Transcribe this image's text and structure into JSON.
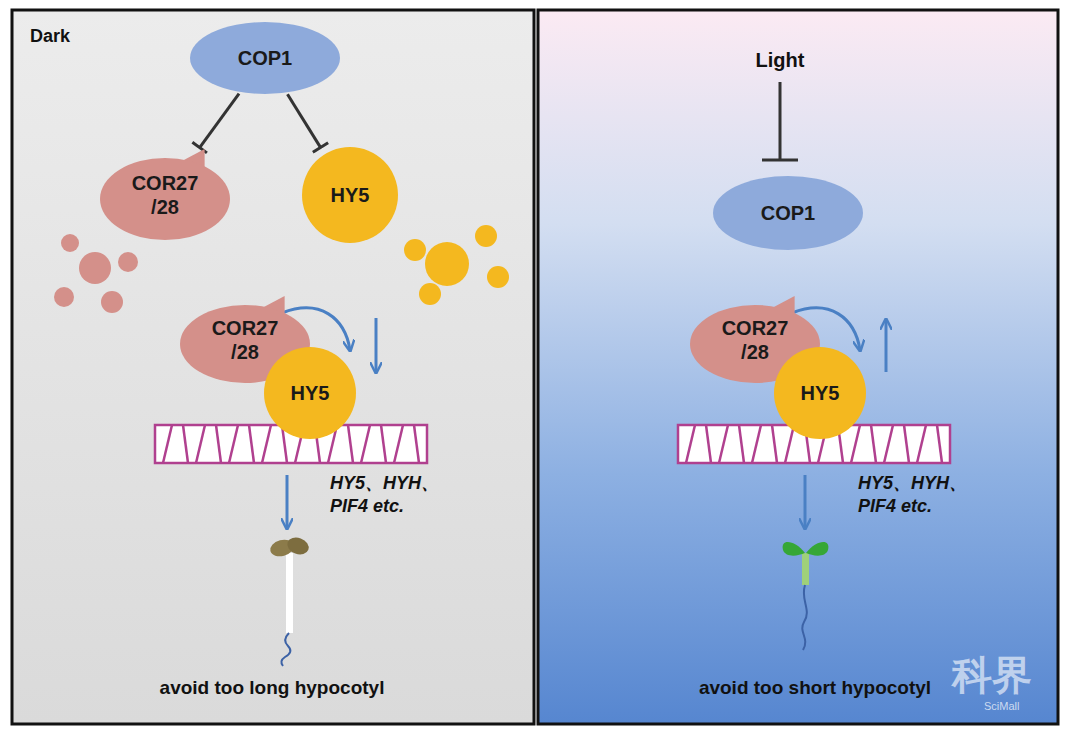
{
  "diagram": {
    "nodes": [
      {
        "text": [
          "COP1"
        ]
      },
      {
        "text": [
          "COR27 /28"
        ]
      },
      {
        "text": [
          "HY5"
        ]
      },
      {
        "text": [
          "COR27 /28"
        ]
      },
      {
        "text": [
          "HY5"
        ]
      },
      {
        "text": [
          "COP1"
        ]
      },
      {
        "text": [
          "COR27 /28"
        ]
      },
      {
        "text": [
          "HY5"
        ]
      }
    ],
    "edges": [
      {
        "from": 0,
        "to": 1,
        "arrow": "to"
      },
      {
        "from": 0,
        "to": 2,
        "arrow": "to"
      }
    ],
    "labels": [
      "Dark",
      "Light",
      "HY5、HYH、 PIF4 etc.",
      "HY5、HYH、 PIF4 etc.",
      "avoid too long hypocotyl",
      "avoid too short hypocotyl",
      "科界",
      "SciMall"
    ]
  }
}
